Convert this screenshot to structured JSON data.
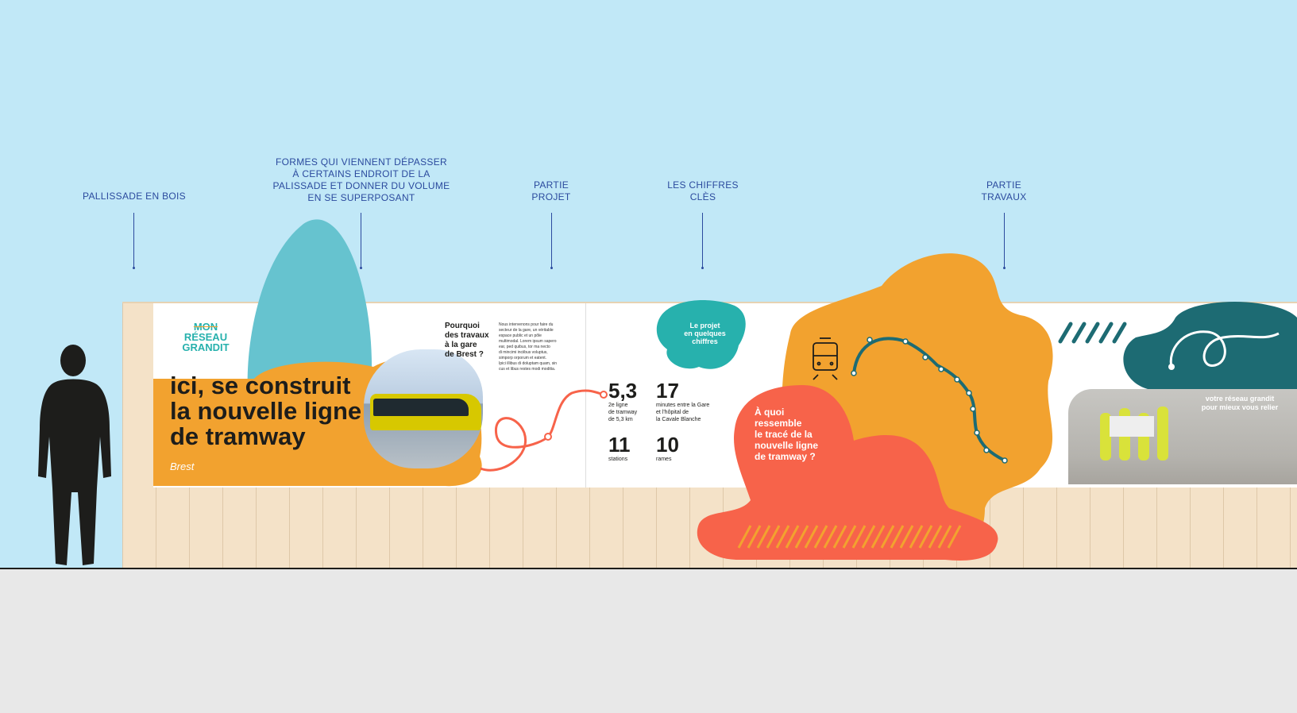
{
  "annotations": {
    "wood": "PALLISSADE EN BOIS",
    "shapes": [
      "FORMES QUI VIENNENT DÉPASSER",
      "À CERTAINS ENDROIT DE LA",
      "PALISSADE ET DONNER DU VOLUME",
      "EN SE SUPERPOSANT"
    ],
    "projet": [
      "PARTIE",
      "PROJET"
    ],
    "chiffres": [
      "LES CHIFFRES",
      "CLÈS"
    ],
    "travaux": [
      "PARTIE",
      "TRAVAUX"
    ]
  },
  "logo": {
    "line1": "MON",
    "line2": "RÉSEAU",
    "line3": "GRANDIT"
  },
  "title": [
    "ici, se construit",
    "la nouvelle ligne",
    "de tramway"
  ],
  "brest_logo": "Brest",
  "question": {
    "title": [
      "Pourquoi",
      "des travaux",
      "à la gare",
      "de Brest ?"
    ],
    "body": [
      "Nous intervenons pour faire du",
      "secteur de la gare, un véritable",
      "espace public et un pôle",
      "multimodal. Lorem ipsum sapero",
      "ear, ped quibus, tor ma necto",
      "di mincimi inciibus voluptus,",
      "simporp orporum et eatent.",
      "Ipici illibus di doluptam quam, sin",
      "cus et libus restes modi moditia."
    ]
  },
  "chiffres_badge": [
    "Le projet",
    "en quelques",
    "chiffres"
  ],
  "stats": [
    {
      "value": "5,3",
      "label": [
        "2e ligne",
        "de tramway",
        "de 5,3 km"
      ]
    },
    {
      "value": "17",
      "label": [
        "minutes entre la Gare",
        "et l'hôpital de",
        "la Cavale Blanche"
      ]
    },
    {
      "value": "11",
      "label": [
        "stations"
      ]
    },
    {
      "value": "10",
      "label": [
        "rames"
      ]
    }
  ],
  "trace_question": [
    "À quoi",
    "ressemble",
    "le tracé de la",
    "nouvelle ligne",
    "de tramway ?"
  ],
  "travaux_text": [
    "votre réseau grandit",
    "pour mieux vous relier"
  ],
  "colors": {
    "sky": "#c1e8f7",
    "orange": "#f2a22f",
    "coral": "#f7634a",
    "teal": "#27b1ad",
    "dark_teal": "#1d6b73",
    "light_blue_shape": "#66c3cf",
    "annotation": "#2b4a9e"
  }
}
